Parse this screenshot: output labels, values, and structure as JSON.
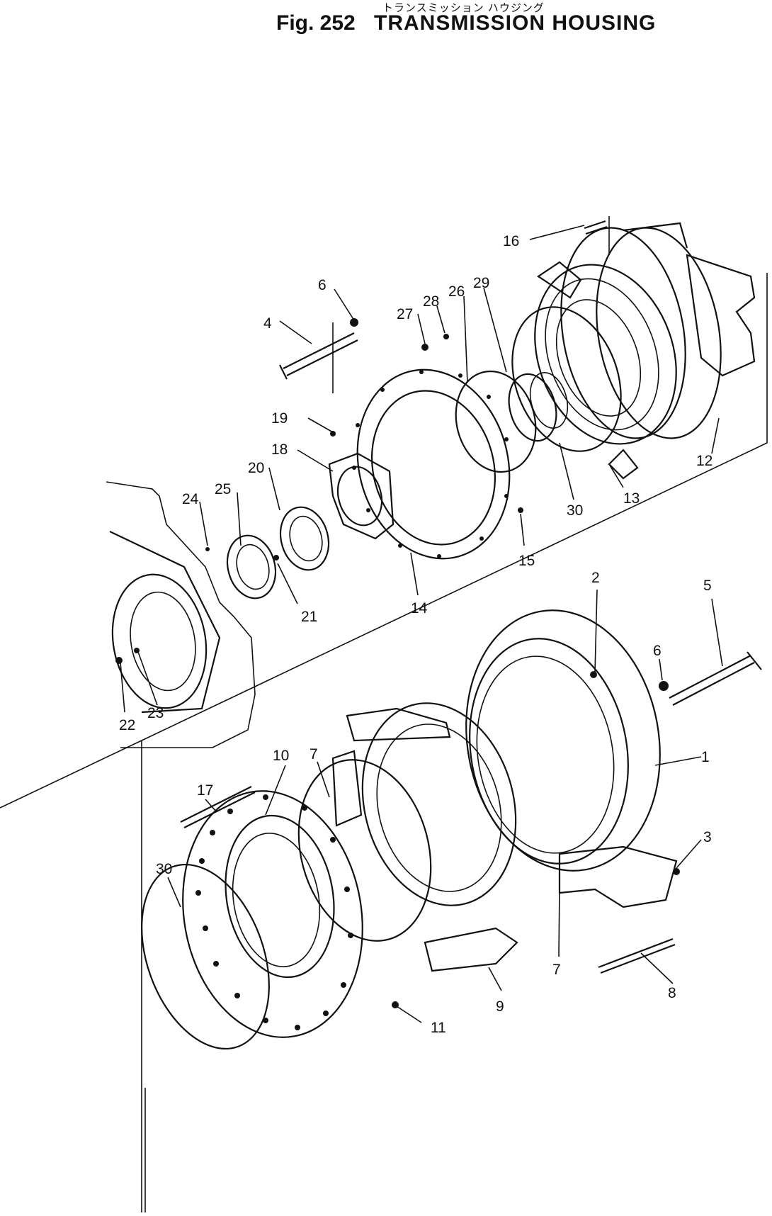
{
  "title": {
    "japanese": "トランスミッション ハウジング",
    "figure": "Fig. 252",
    "name": "TRANSMISSION HOUSING"
  },
  "callouts": [
    {
      "id": "c16",
      "label": "16"
    },
    {
      "id": "c6a",
      "label": "6"
    },
    {
      "id": "c4",
      "label": "4"
    },
    {
      "id": "c28",
      "label": "28"
    },
    {
      "id": "c27",
      "label": "27"
    },
    {
      "id": "c26",
      "label": "26"
    },
    {
      "id": "c29",
      "label": "29"
    },
    {
      "id": "c19",
      "label": "19"
    },
    {
      "id": "c18",
      "label": "18"
    },
    {
      "id": "c20",
      "label": "20"
    },
    {
      "id": "c25",
      "label": "25"
    },
    {
      "id": "c24",
      "label": "24"
    },
    {
      "id": "c21",
      "label": "21"
    },
    {
      "id": "c14",
      "label": "14"
    },
    {
      "id": "c15",
      "label": "15"
    },
    {
      "id": "c30a",
      "label": "30"
    },
    {
      "id": "c13",
      "label": "13"
    },
    {
      "id": "c12",
      "label": "12"
    },
    {
      "id": "c2",
      "label": "2"
    },
    {
      "id": "c5",
      "label": "5"
    },
    {
      "id": "c6b",
      "label": "6"
    },
    {
      "id": "c1",
      "label": "1"
    },
    {
      "id": "c3",
      "label": "3"
    },
    {
      "id": "c22",
      "label": "22"
    },
    {
      "id": "c23",
      "label": "23"
    },
    {
      "id": "c7a",
      "label": "7"
    },
    {
      "id": "c10",
      "label": "10"
    },
    {
      "id": "c17",
      "label": "17"
    },
    {
      "id": "c30b",
      "label": "30"
    },
    {
      "id": "c9",
      "label": "9"
    },
    {
      "id": "c7b",
      "label": "7"
    },
    {
      "id": "c8",
      "label": "8"
    },
    {
      "id": "c11",
      "label": "11"
    }
  ]
}
